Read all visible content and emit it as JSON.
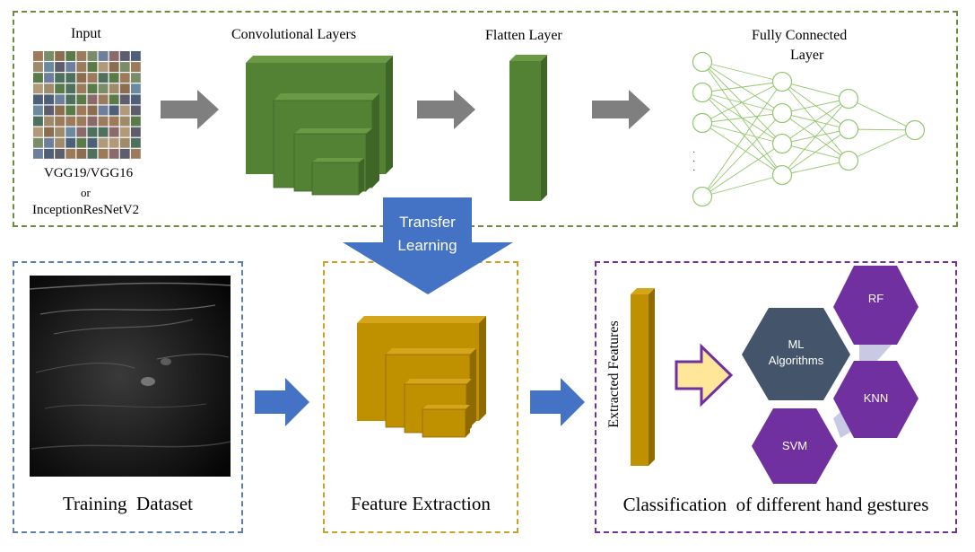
{
  "top_panel": {
    "input": {
      "title": "Input",
      "model_line1": "VGG19/VGG16",
      "model_line2": "or",
      "model_line3": "InceptionResNetV2"
    },
    "conv_title": "Convolutional Layers",
    "flatten_title": "Flatten Layer",
    "fc_title_line1": "Fully Connected",
    "fc_title_line2": "Layer",
    "ellipsis": "· · ·"
  },
  "transfer": {
    "line1": "Transfer",
    "line2": "Learning"
  },
  "training": {
    "caption": "Training  Dataset"
  },
  "feature_extraction": {
    "caption": "Feature Extraction"
  },
  "classification": {
    "caption": "Classification  of different hand gestures",
    "extracted_features": "Extracted Features",
    "ml_line1": "ML",
    "ml_line2": "Algorithms",
    "rf": "RF",
    "knn": "KNN",
    "svm": "SVM"
  },
  "colors": {
    "green_box": "#6b8e3e",
    "blue_box": "#5b7fae",
    "gold_box": "#c9a227",
    "purple_box": "#7030a0",
    "conv_green": "#548235",
    "gold": "#bf9000",
    "arrow_blue": "#4472c4",
    "hex_purple": "#7030a0",
    "hex_slate": "#44546a",
    "gray_arrow": "#7f7f7f"
  }
}
